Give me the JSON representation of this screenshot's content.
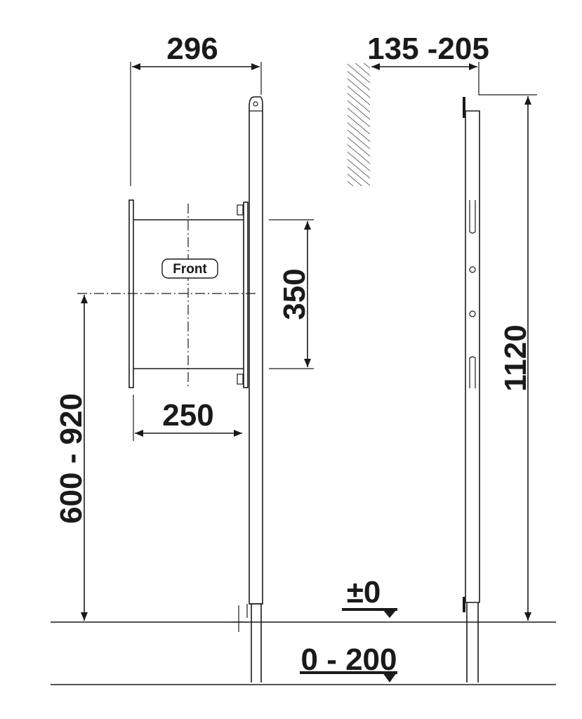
{
  "dimensions": {
    "frame_depth": "296",
    "wall_distance": "135 -205",
    "bracket_spacing": "350",
    "bracket_width": "250",
    "mounting_height": "600 - 920",
    "frame_height": "1120",
    "floor_level": "±0",
    "floor_build_up": "0 - 200"
  },
  "labels": {
    "front": "Front"
  }
}
